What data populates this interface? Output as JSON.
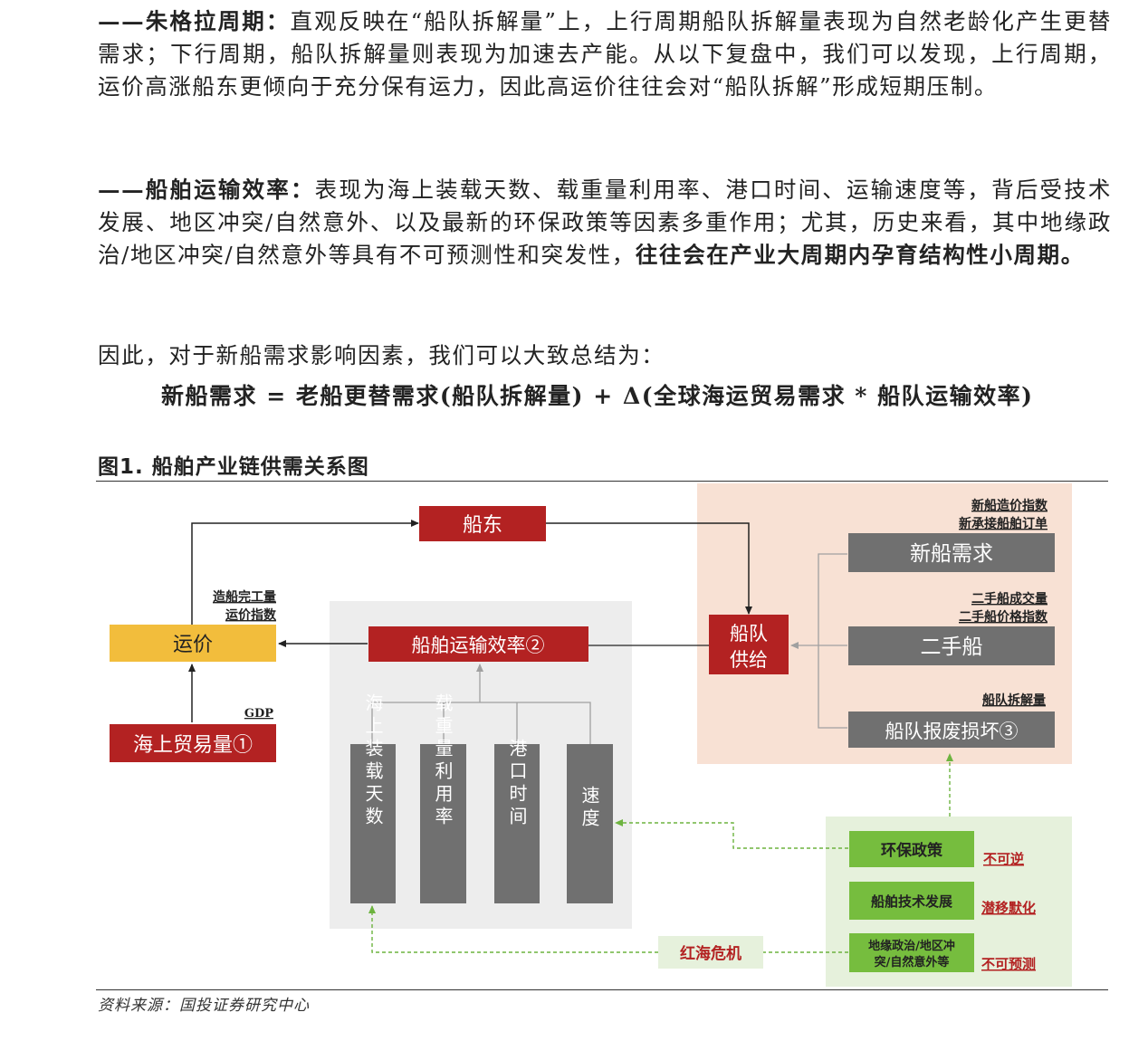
{
  "paragraphs": {
    "p1": {
      "lead": "——朱格拉周期：",
      "text": "直观反映在“船队拆解量”上，上行周期船队拆解量表现为自然老龄化产生更替需求；下行周期，船队拆解量则表现为加速去产能。从以下复盘中，我们可以发现，上行周期，运价高涨船东更倾向于充分保有运力，因此高运价往往会对“船队拆解”形成短期压制。"
    },
    "p2": {
      "lead": "——船舶运输效率：",
      "text": "表现为海上装载天数、载重量利用率、港口时间、运输速度等，背后受技术发展、地区冲突/自然意外、以及最新的环保政策等因素多重作用；尤其，历史来看，其中地缘政治/地区冲突/自然意外等具有不可预测性和突发性，",
      "emph": "往往会在产业大周期内孕育结构性小周期。"
    },
    "p3": {
      "text": "因此，对于新船需求影响因素，我们可以大致总结为："
    }
  },
  "formula": "新船需求 = 老船更替需求(船队拆解量) + Δ(全球海运贸易需求 * 船队运输效率)",
  "figure": {
    "title": "图1. 船舶产业链供需关系图",
    "source": "资料来源：国投证券研究中心",
    "nodes": {
      "shipowner": "船东",
      "freight": "运价",
      "seaborne_trade": "海上贸易量①",
      "efficiency": "船舶运输效率②",
      "fleet_supply": [
        "船队",
        "供给"
      ],
      "new_demand": "新船需求",
      "second_hand": "二手船",
      "scrapping": "船队报废损坏③",
      "factors": [
        "海上装载天数",
        "载重量利用率",
        "港口时间",
        "速度"
      ],
      "env_policy": "环保政策",
      "ship_tech": "船舶技术发展",
      "geo": [
        "地缘政治/地区冲",
        "突/自然意外等"
      ],
      "red_sea": "红海危机"
    },
    "labels": {
      "freight_indicators": [
        "造船完工量",
        "运价指数"
      ],
      "gdp": "GDP",
      "new_ship_indicators": [
        "新船造价指数",
        "新承接船舶订单"
      ],
      "second_hand_indicators": [
        "二手船成交量",
        "二手船价格指数"
      ],
      "scrap_indicator": "船队拆解量",
      "irreversible": "不可逆",
      "subtle": "潜移默化",
      "unpredictable": "不可预测"
    },
    "colors": {
      "red": "#b32222",
      "yellow": "#f2bd3c",
      "gray_box": "#707070",
      "green_box": "#76bd3e",
      "peach_panel": "#f8e1d4",
      "gray_panel": "#ededed",
      "green_panel": "#e6f1dc"
    }
  }
}
